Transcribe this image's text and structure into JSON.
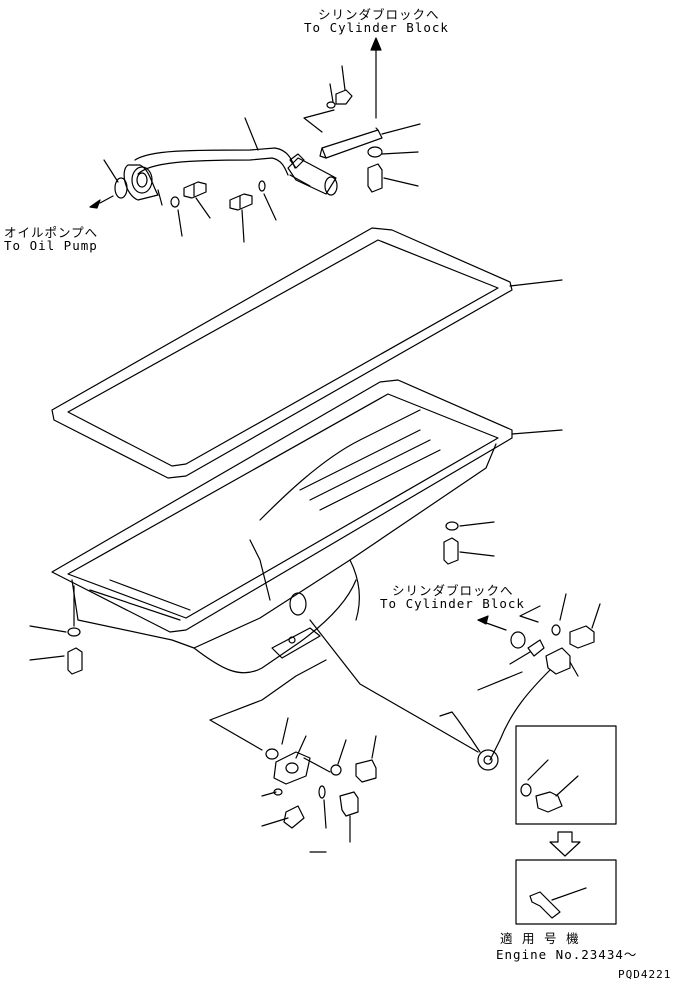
{
  "labels": {
    "to_cylinder_block_top_jp": "シリンダブロックへ",
    "to_cylinder_block_top_en": "To Cylinder Block",
    "to_oil_pump_jp": "オイルポンプへ",
    "to_oil_pump_en": "To Oil Pump",
    "to_cylinder_block_mid_jp": "シリンダブロックへ",
    "to_cylinder_block_mid_en": "To Cylinder Block",
    "applicable_serial_jp": "適 用 号 機",
    "applicable_serial_en": "Engine No.23434～",
    "drawing_code": "PQD4221"
  }
}
